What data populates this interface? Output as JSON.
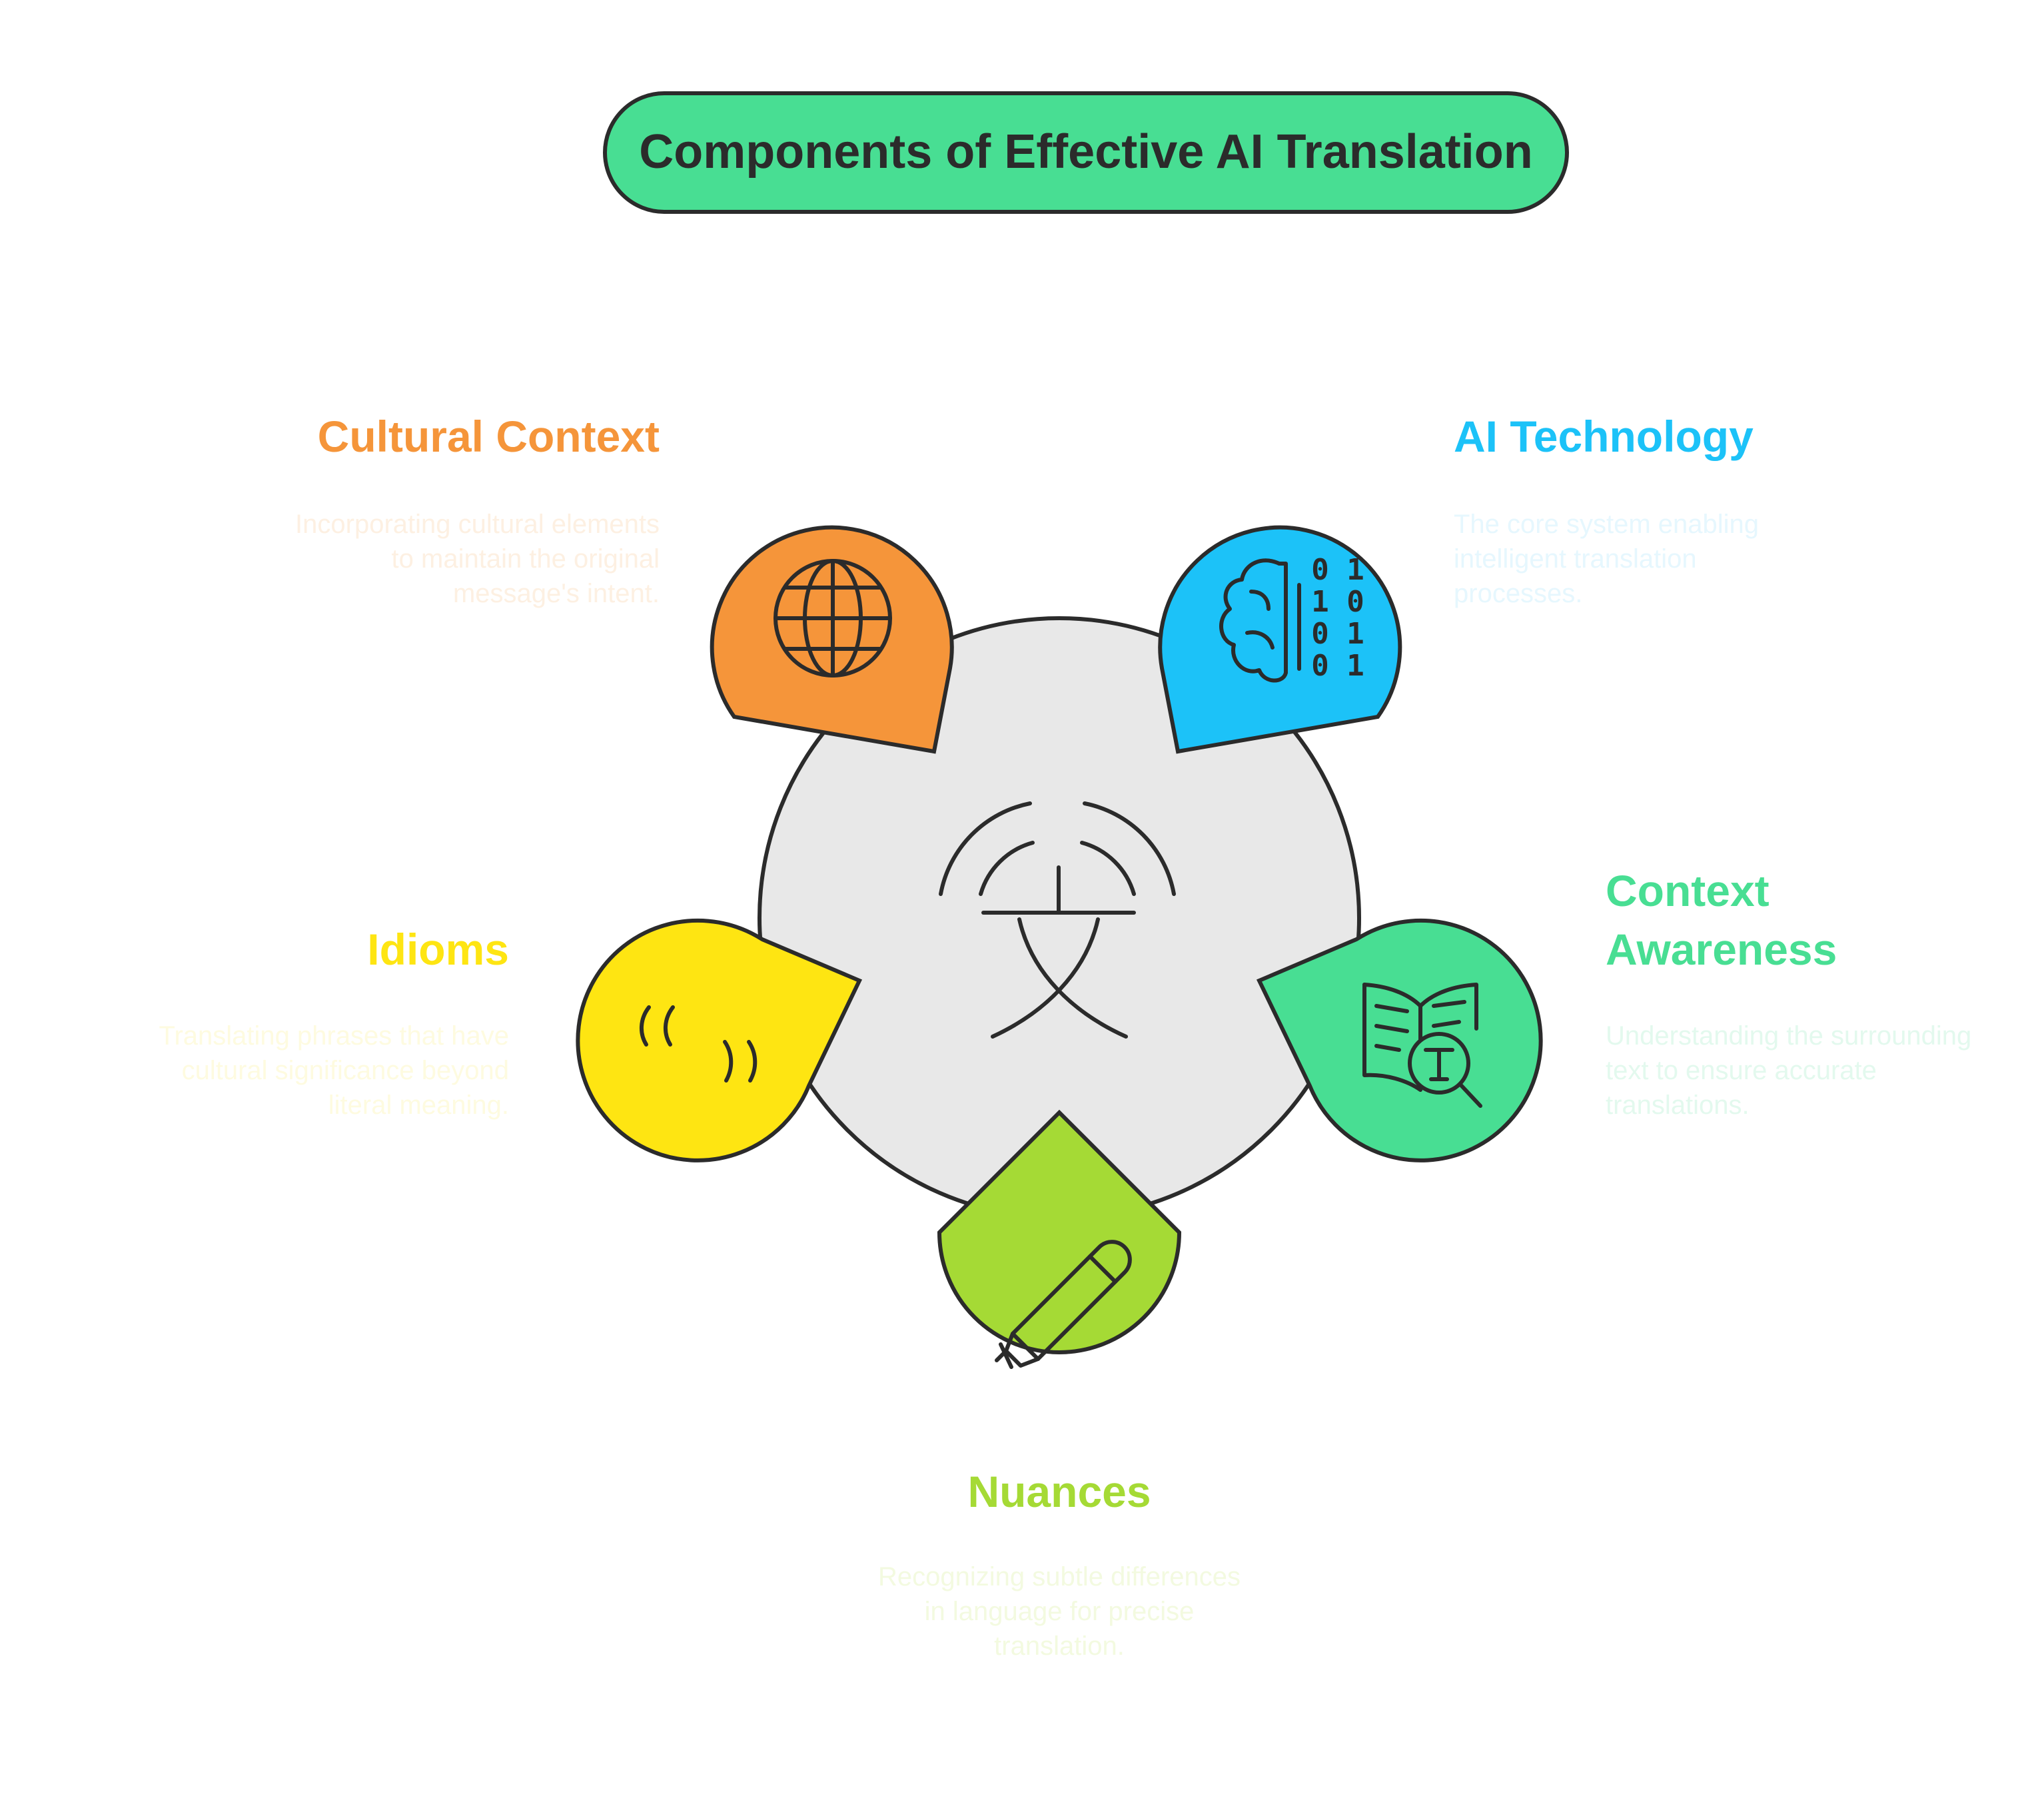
{
  "title": "Components of Effective AI Translation",
  "colors": {
    "title_fill": "#48DE93",
    "center_fill": "#E8E8E8",
    "outline": "#2B2B2B",
    "cultural": "#F5953A",
    "ai": "#1CC2F8",
    "context": "#48DE93",
    "nuances": "#A5DA35",
    "idioms": "#FEE512"
  },
  "center": {
    "icon": "translation-bridge-icon"
  },
  "components": {
    "cultural": {
      "heading": "Cultural Context",
      "desc": [
        "Incorporating cultural elements",
        "to maintain the original",
        "message's intent."
      ],
      "icon": "globe-icon"
    },
    "ai": {
      "heading": "AI Technology",
      "desc": [
        "The core system enabling",
        "intelligent translation",
        "processes."
      ],
      "icon": "brain-binary-icon",
      "binary": [
        "0 1",
        "1 0",
        "0 1",
        "0 1"
      ]
    },
    "context": {
      "heading": [
        "Context",
        "Awareness"
      ],
      "desc": [
        "Understanding the surrounding",
        "text to ensure accurate",
        "translations."
      ],
      "icon": "book-search-icon",
      "glyph": "T"
    },
    "nuances": {
      "heading": "Nuances",
      "desc": [
        "Recognizing subtle differences",
        "in language for precise",
        "translation."
      ],
      "icon": "pen-icon"
    },
    "idioms": {
      "heading": "Idioms",
      "desc": [
        "Translating phrases that have",
        "cultural significance beyond",
        "literal meaning."
      ],
      "icon": "quote-marks-icon"
    }
  }
}
